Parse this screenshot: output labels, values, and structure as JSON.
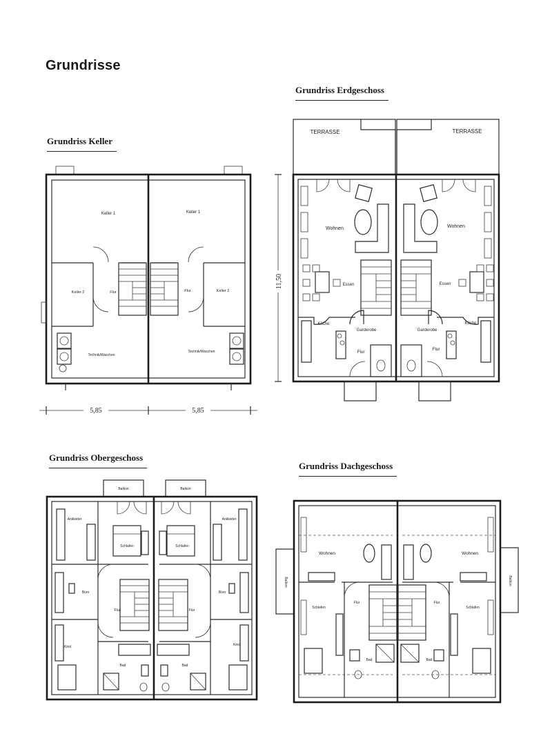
{
  "page_title": "Grundrisse",
  "plans": {
    "keller": {
      "title": "Grundriss Keller",
      "rooms": {
        "keller1": "Keller 1",
        "keller2": "Keller 2",
        "flur": "Flur",
        "technik": "Technik/Waschen"
      },
      "dims": {
        "left": "5,85",
        "right": "5,85"
      }
    },
    "erdgeschoss": {
      "title": "Grundriss Erdgeschoss",
      "rooms": {
        "terrasse": "TERRASSE",
        "wohnen": "Wohnen",
        "essen": "Essen",
        "kueche": "Küche",
        "garderobe": "Garderobe",
        "flur": "Flur"
      },
      "dims": {
        "height": "11,50"
      }
    },
    "obergeschoss": {
      "title": "Grundriss Obergeschoss",
      "rooms": {
        "ankleide": "Ankleider",
        "schlafen": "Schlafen",
        "buero": "Büro",
        "flur": "Flur",
        "kind": "Kind",
        "bad": "Bad",
        "balkon": "Balkon"
      }
    },
    "dachgeschoss": {
      "title": "Grundriss Dachgeschoss",
      "rooms": {
        "wohnen": "Wohnen",
        "schlafen": "Schlafen",
        "flur": "Flur",
        "bad": "Bad",
        "balkon": "Balkon"
      }
    }
  }
}
